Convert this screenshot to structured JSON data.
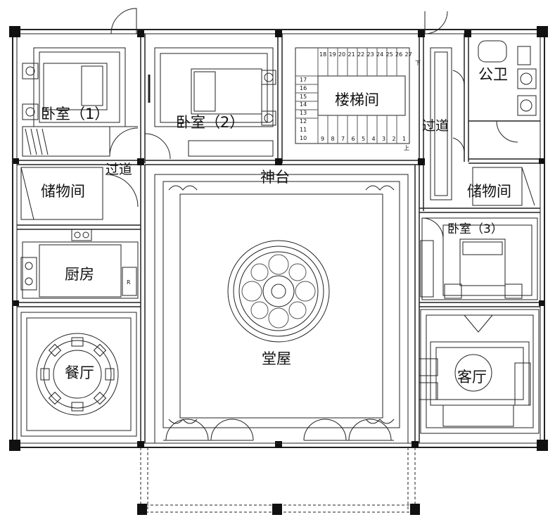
{
  "plan": {
    "rooms": {
      "bedroom1": "卧室（1）",
      "bedroom2": "卧室（2）",
      "bedroom3": "卧室（3）",
      "stairwell": "楼梯间",
      "corridor_left": "过道",
      "corridor_right": "过道",
      "bathroom": "公卫",
      "storage_left": "储物间",
      "storage_right": "储物间",
      "altar": "神台",
      "kitchen": "厨房",
      "dining": "餐厅",
      "hall": "堂屋",
      "living": "客厅"
    },
    "stair_upper_numbers": [
      "18",
      "19",
      "20",
      "21",
      "22",
      "23",
      "24",
      "25",
      "26",
      "27"
    ],
    "stair_side_numbers": [
      "17",
      "16",
      "15",
      "14",
      "13",
      "12",
      "11",
      "10"
    ],
    "stair_lower_numbers": [
      "9",
      "8",
      "7",
      "6",
      "5",
      "4",
      "3",
      "2",
      "1"
    ],
    "stair_up_mark": "上",
    "stair_down_mark": "下",
    "fridge_mark": "R",
    "colors": {
      "wall": "#111111",
      "line": "#333333",
      "background": "#ffffff"
    }
  }
}
